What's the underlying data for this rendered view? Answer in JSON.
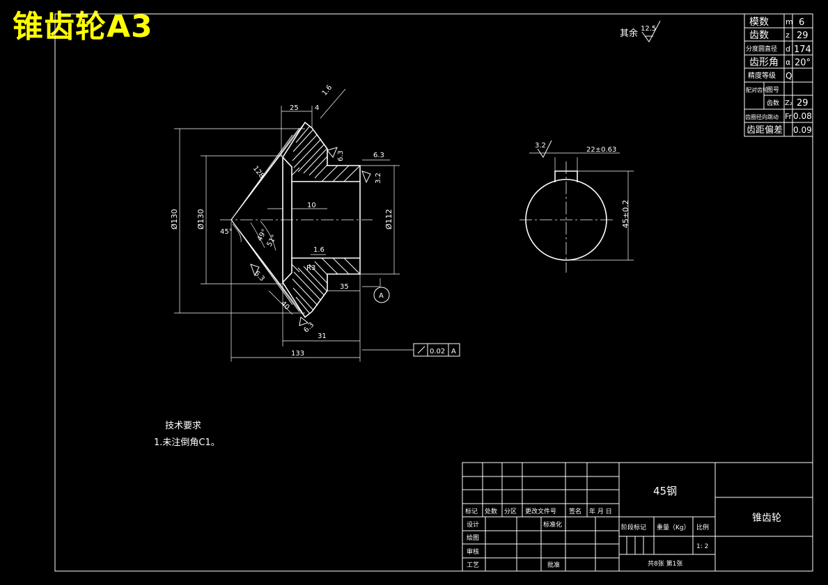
{
  "title": "锥齿轮A3",
  "roughness_note": {
    "prefix": "其余",
    "value": "12.5"
  },
  "params_table": [
    {
      "label": "模数",
      "symbol": "m",
      "value": "6"
    },
    {
      "label": "齿数",
      "symbol": "z",
      "value": "29"
    },
    {
      "label": "分度圆直径",
      "symbol": "d",
      "value": "174"
    },
    {
      "label": "齿形角",
      "symbol": "α",
      "value": "20°"
    },
    {
      "label": "精度等级",
      "symbol": "Q",
      "value": ""
    },
    {
      "label": "配对齿轮",
      "sub1": "图号",
      "sub2": "齿数",
      "symbol": "Z₂",
      "value": "29"
    },
    {
      "label": "齿圈径向跳动",
      "symbol": "Fr",
      "value": "0.08"
    },
    {
      "label": "齿距偏差",
      "symbol": "",
      "value": "0.09"
    }
  ],
  "dims": {
    "d25": "25",
    "d4": "4",
    "r16a": "1.6",
    "r63a": "6.3",
    "r63b": "6.3",
    "r32a": "3.2",
    "d128": "128",
    "phi130a": "Ø130",
    "phi130b": "Ø130",
    "d10": "10",
    "phi112": "Ø112",
    "a45": "45°",
    "a49": "49°",
    "a51": "51°",
    "r16b": "1.6",
    "r63c": "6.3",
    "r3": "R3",
    "d35": "35",
    "d40": "40",
    "r63d": "6.3",
    "d31": "31",
    "d133": "133",
    "datum": "A",
    "runout": "0.02",
    "runout_ref": "A",
    "key_r": "3.2",
    "key_w": "22±0.63",
    "key_h": "45±0.2"
  },
  "tech": {
    "heading": "技术要求",
    "item1": "1.未注倒角C1。"
  },
  "title_block": {
    "material": "45钢",
    "part_name": "锥齿轮",
    "col_labels": [
      "标记",
      "处数",
      "分区",
      "更改文件号",
      "签名",
      "年 月 日"
    ],
    "row_design": "设计",
    "row_std": "标准化",
    "row_draw": "绘图",
    "row_check": "审核",
    "row_proc": "工艺",
    "row_approve": "批准",
    "stage_mark": "阶段标记",
    "weight": "重量（Kg）",
    "scale_label": "比例",
    "scale": "1: 2",
    "sheets": "共8张 第1张"
  }
}
